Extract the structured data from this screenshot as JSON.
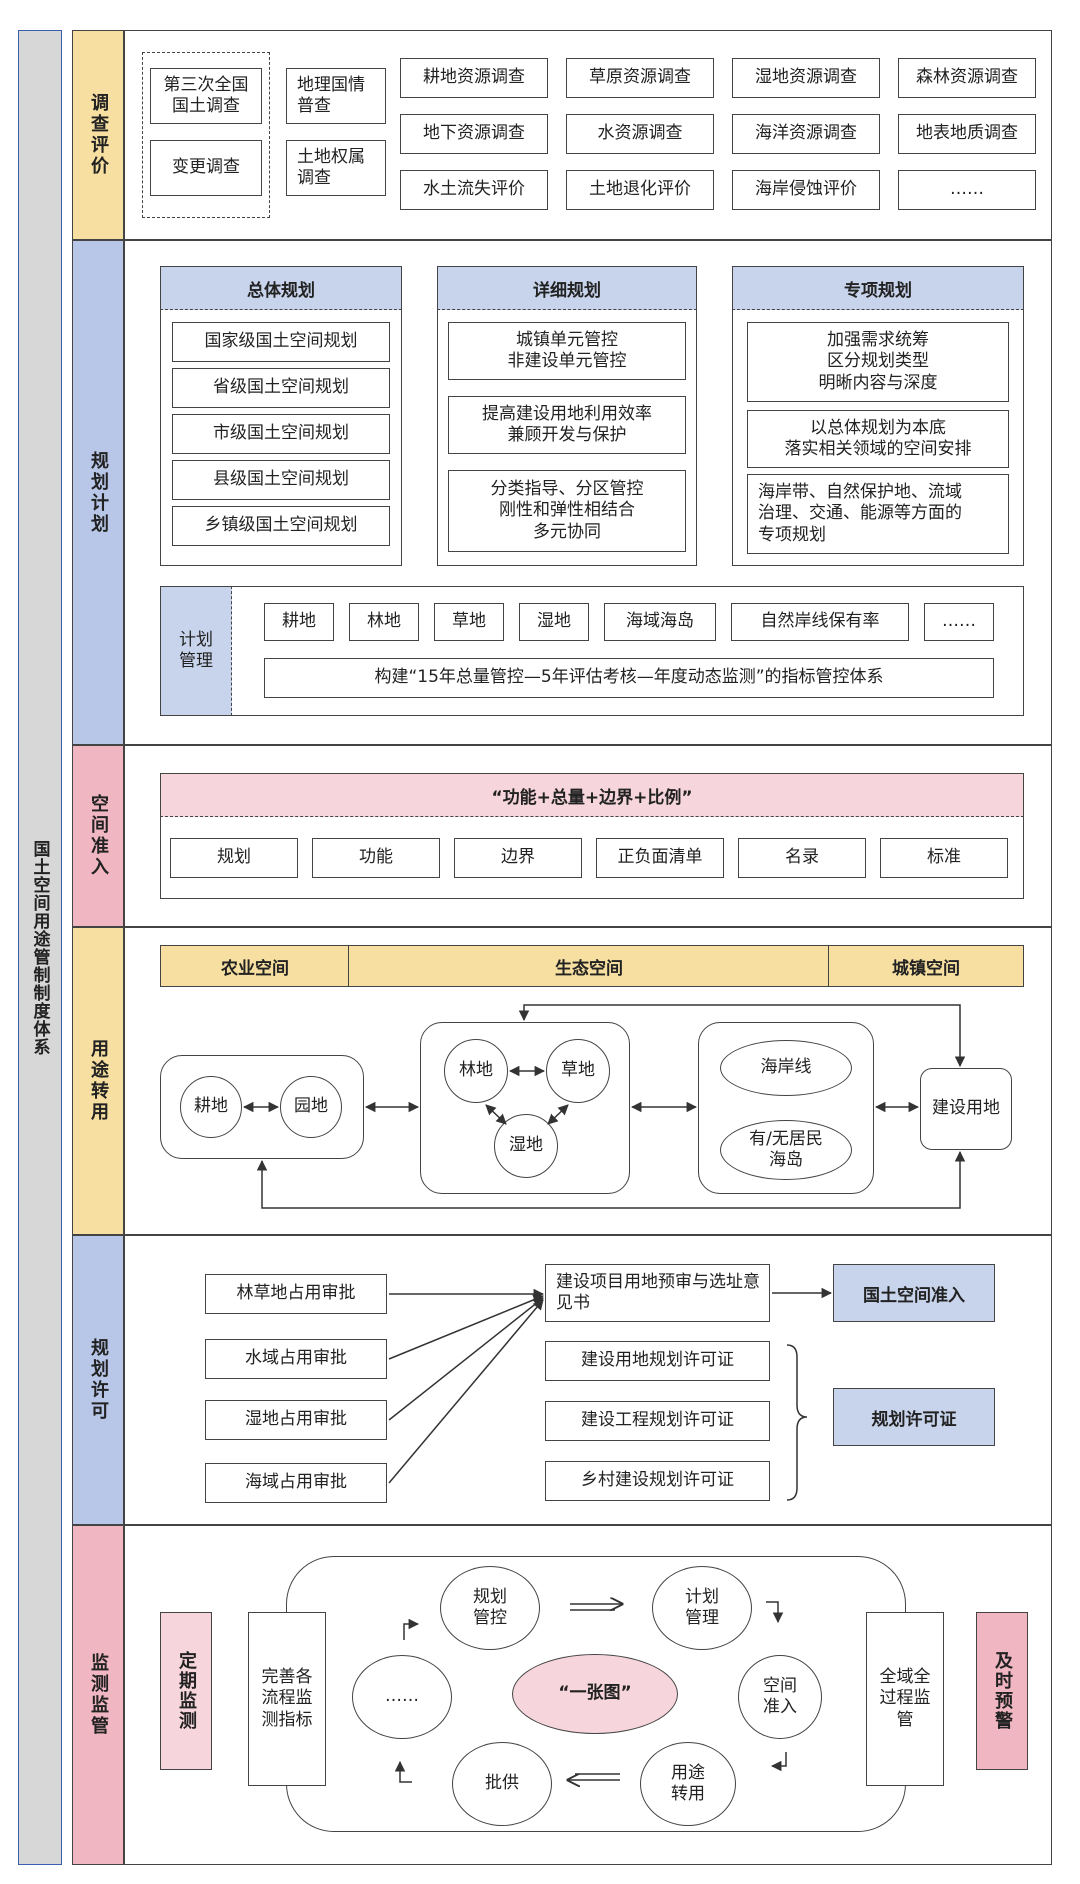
{
  "colors": {
    "yellow": "#f6dfa0",
    "blue": "#b8c7e8",
    "pink": "#f0b6c1",
    "gray": "#d7d7d7",
    "lightblue": "#c8d4ec",
    "lightpink": "#f6d6dc",
    "edge": "#3a5fb0"
  },
  "system_title": "国土空间用途管制制度体系",
  "sections": {
    "s1": "调查评价",
    "s2": "规划计划",
    "s3": "空间准入",
    "s4": "用途转用",
    "s5": "规划许可",
    "s6": "监测监管"
  },
  "survey": {
    "left": [
      "第三次全国国土调查",
      "变更调查",
      "地理国情普查",
      "土地权属调查"
    ],
    "grid": [
      "耕地资源调查",
      "草原资源调查",
      "湿地资源调查",
      "森林资源调查",
      "地下资源调查",
      "水资源调查",
      "海洋资源调查",
      "地表地质调查",
      "水土流失评价",
      "土地退化评价",
      "海岸侵蚀评价",
      "……"
    ]
  },
  "planning": {
    "overall": {
      "title": "总体规划",
      "items": [
        "国家级国土空间规划",
        "省级国土空间规划",
        "市级国土空间规划",
        "县级国土空间规划",
        "乡镇级国土空间规划"
      ]
    },
    "detailed": {
      "title": "详细规划",
      "items": [
        "城镇单元管控\n非建设单元管控",
        "提高建设用地利用效率\n兼顾开发与保护",
        "分类指导、分区管控\n刚性和弹性相结合\n多元协同"
      ]
    },
    "special": {
      "title": "专项规划",
      "items": [
        "加强需求统筹\n区分规划类型\n明晰内容与深度",
        "以总体规划为本底\n落实相关领域的空间安排",
        "海岸带、自然保护地、流域\n治理、交通、能源等方面的\n专项规划"
      ]
    },
    "plan_mgmt": {
      "label": "计划管理",
      "tags": [
        "耕地",
        "林地",
        "草地",
        "湿地",
        "海域海岛",
        "自然岸线保有率",
        "……"
      ],
      "system": "构建“15年总量管控—5年评估考核—年度动态监测”的指标管控体系"
    }
  },
  "access": {
    "title": "“功能+总量+边界+比例”",
    "items": [
      "规划",
      "功能",
      "边界",
      "正负面清单",
      "名录",
      "标准"
    ]
  },
  "conversion": {
    "spaces": [
      "农业空间",
      "生态空间",
      "城镇空间"
    ],
    "agri": [
      "耕地",
      "园地"
    ],
    "eco": [
      "林地",
      "草地",
      "湿地"
    ],
    "coast": [
      "海岸线",
      "有/无居民海岛"
    ],
    "build": "建设用地"
  },
  "permit": {
    "approvals": [
      "林草地占用审批",
      "水域占用审批",
      "湿地占用审批",
      "海域占用审批"
    ],
    "preapproval": "建设项目用地预审与选址意见书",
    "access": "国土空间准入",
    "licenses": [
      "建设用地规划许可证",
      "建设工程规划许可证",
      "乡村建设规划许可证"
    ],
    "license_group": "规划许可证"
  },
  "monitor": {
    "left_tag": "定期监测",
    "left_box": "完善各流程监测指标",
    "right_box": "全域全过程监管",
    "right_tag": "及时预警",
    "center": "“一张图”",
    "cycle": [
      "规划管控",
      "计划管理",
      "空间准入",
      "用途转用",
      "批供",
      "……"
    ]
  }
}
